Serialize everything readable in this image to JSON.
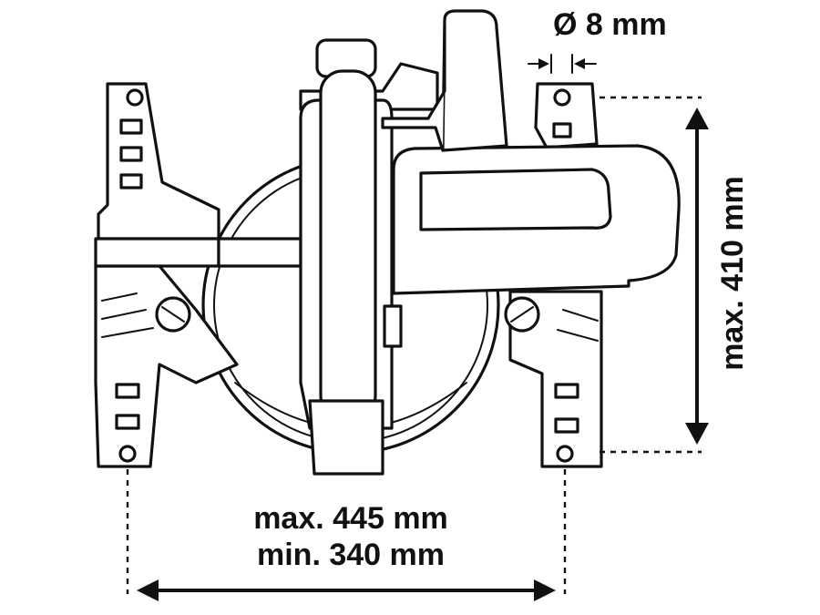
{
  "labels": {
    "hole_diameter": "Ø 8 mm",
    "height_max": "max. 410 mm",
    "width_max": "max. 445 mm",
    "width_min": "min. 340 mm"
  },
  "colors": {
    "line": "#111111",
    "background": "#ffffff"
  }
}
